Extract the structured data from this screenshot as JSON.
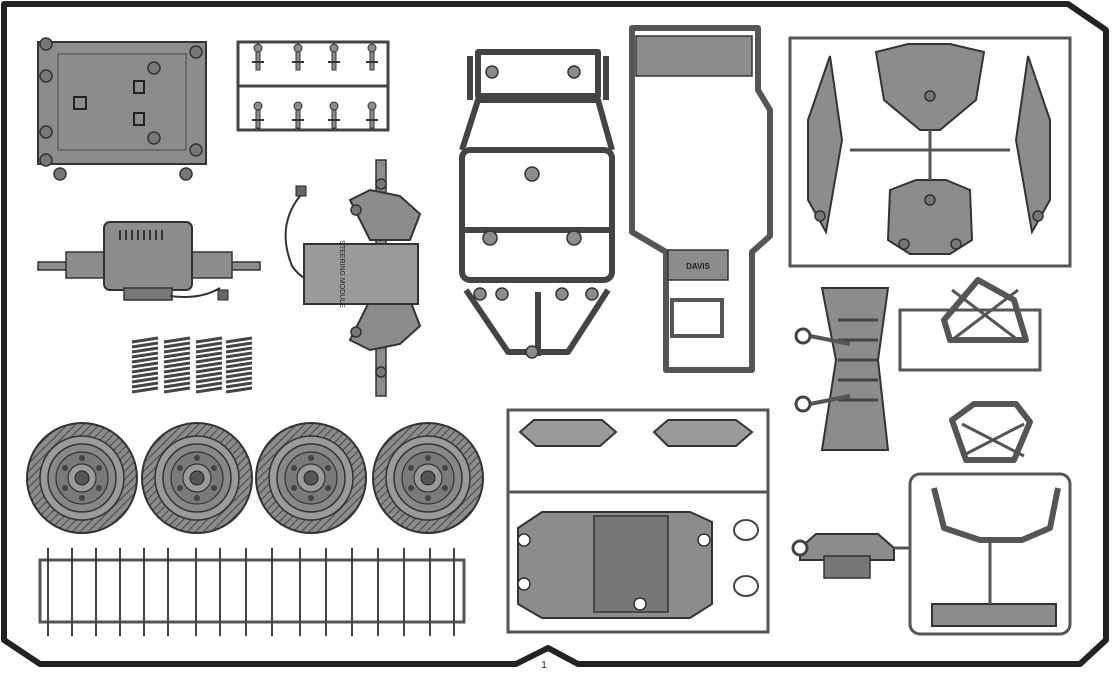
{
  "page": {
    "number": "1",
    "background": "#ffffff",
    "frame_color": "#222222"
  },
  "colors": {
    "part_fill": "#8c8c8c",
    "part_dark": "#6e6e6e",
    "part_light": "#b4b4b4",
    "outline": "#333333"
  },
  "labels": {
    "steering_module": "STEERING MODULE",
    "chassis_brand": "DAVIS"
  },
  "parts": [
    {
      "id": "battery-tray",
      "name": "Battery Tray"
    },
    {
      "id": "pin-sprue",
      "name": "Pin Sprue"
    },
    {
      "id": "rear-axle",
      "name": "Rear Axle"
    },
    {
      "id": "steering-module",
      "name": "Steering Module"
    },
    {
      "id": "coil-springs",
      "name": "Coil Springs"
    },
    {
      "id": "roll-cage",
      "name": "Roll Cage"
    },
    {
      "id": "chassis-frame",
      "name": "Chassis Frame"
    },
    {
      "id": "body-panel-sprue",
      "name": "Body Panel Sprue"
    },
    {
      "id": "wing-sprue",
      "name": "Wing Sprue"
    },
    {
      "id": "wheels",
      "name": "Wheels"
    },
    {
      "id": "shock-sprue",
      "name": "Shock Sprue"
    },
    {
      "id": "light-and-cockpit-sprue",
      "name": "Light and Cockpit Sprue"
    },
    {
      "id": "bumper-sprue",
      "name": "Bumper Sprue"
    }
  ]
}
